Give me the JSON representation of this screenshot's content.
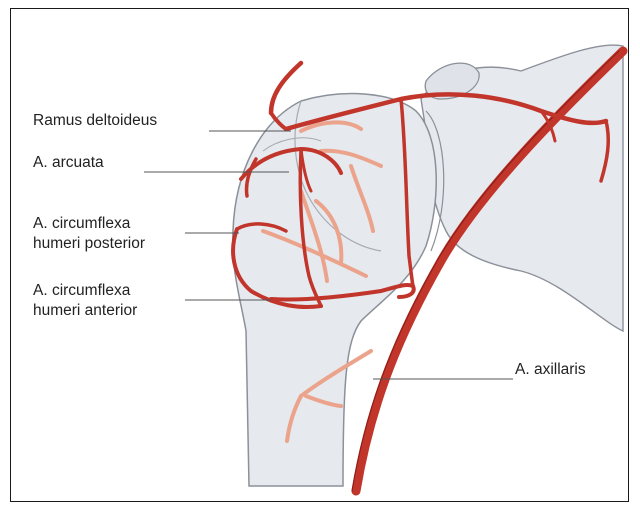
{
  "labels": {
    "ramus_deltoideus": "Ramus deltoideus",
    "arcuata": "A. arcuata",
    "circumflexa_posterior_line1": "A. circumflexa",
    "circumflexa_posterior_line2": "humeri posterior",
    "circumflexa_anterior_line1": "A. circumflexa",
    "circumflexa_anterior_line2": "humeri anterior",
    "axillaris": "A. axillaris"
  },
  "colors": {
    "bone_fill": "#e6e9ee",
    "bone_outline": "#8b9099",
    "artery": "#c1352b",
    "artery_dark": "#8f1f18",
    "artery_hidden": "#eba38c",
    "leader_line": "#555555"
  }
}
